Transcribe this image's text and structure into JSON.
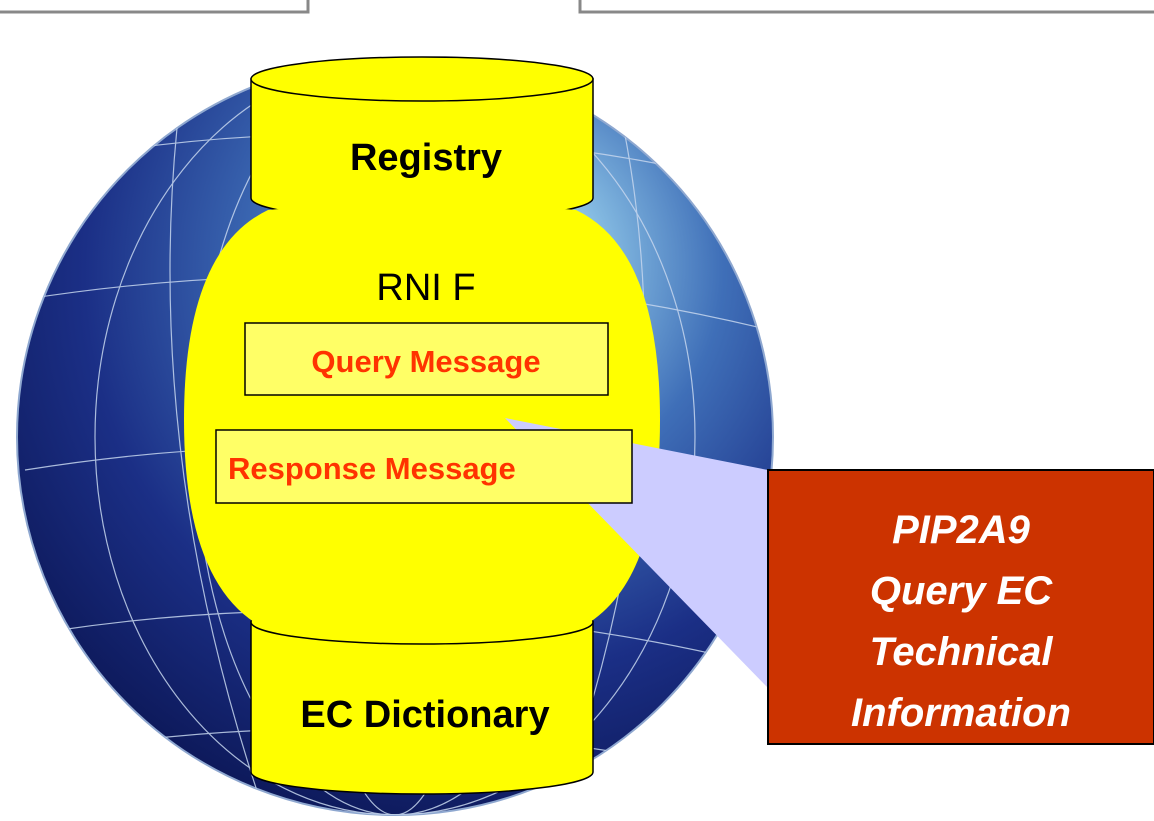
{
  "diagram": {
    "registry_label": "Registry",
    "framework_label": "RNI F",
    "query_label": "Query Message",
    "response_label": "Response Message",
    "dictionary_label": "EC Dictionary",
    "callout_lines": [
      "PIP2A9",
      "Query EC",
      "Technical",
      "Information"
    ]
  },
  "colors": {
    "cylinder": "#ffff00",
    "message_text": "#ff3300",
    "callout_fill": "#cc3300",
    "callout_text": "#ffffff",
    "pointer": "#ccccff",
    "globe_dark": "#0a1450",
    "globe_light": "#a8d4ee"
  }
}
